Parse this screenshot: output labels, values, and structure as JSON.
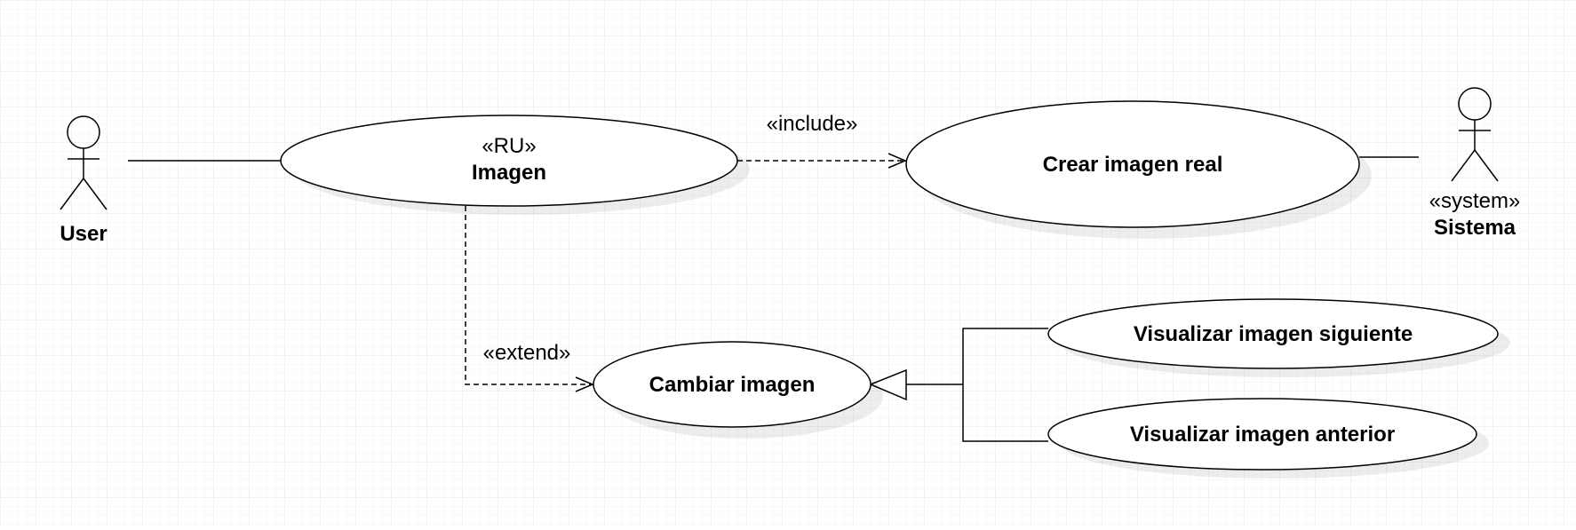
{
  "diagram": {
    "type": "uml-use-case",
    "background": {
      "color": "#ffffff",
      "grid": true,
      "grid_minor_color": "#f1f1f1",
      "grid_major_color": "#e4e4e4"
    },
    "actors": {
      "user": {
        "name": "User",
        "stereotype": ""
      },
      "sistema": {
        "name": "Sistema",
        "stereotype": "«system»"
      }
    },
    "use_cases": {
      "imagen": {
        "stereotype": "«RU»",
        "name": "Imagen"
      },
      "crear_imagen_real": {
        "name": "Crear imagen real"
      },
      "cambiar_imagen": {
        "name": "Cambiar imagen"
      },
      "visualizar_siguiente": {
        "name": "Visualizar imagen siguiente"
      },
      "visualizar_anterior": {
        "name": "Visualizar imagen anterior"
      }
    },
    "relationships": {
      "include": {
        "label": "«include»",
        "from": "Imagen",
        "to": "Crear imagen real",
        "kind": "include"
      },
      "extend": {
        "label": "«extend»",
        "from": "Imagen",
        "to": "Cambiar imagen",
        "kind": "extend"
      },
      "user_assoc": {
        "from": "User",
        "to": "Imagen",
        "kind": "association"
      },
      "sistema_assoc": {
        "from": "Crear imagen real",
        "to": "Sistema",
        "kind": "association"
      },
      "generalization": {
        "from": [
          "Visualizar imagen siguiente",
          "Visualizar imagen anterior"
        ],
        "to": "Cambiar imagen",
        "kind": "generalization"
      }
    }
  }
}
